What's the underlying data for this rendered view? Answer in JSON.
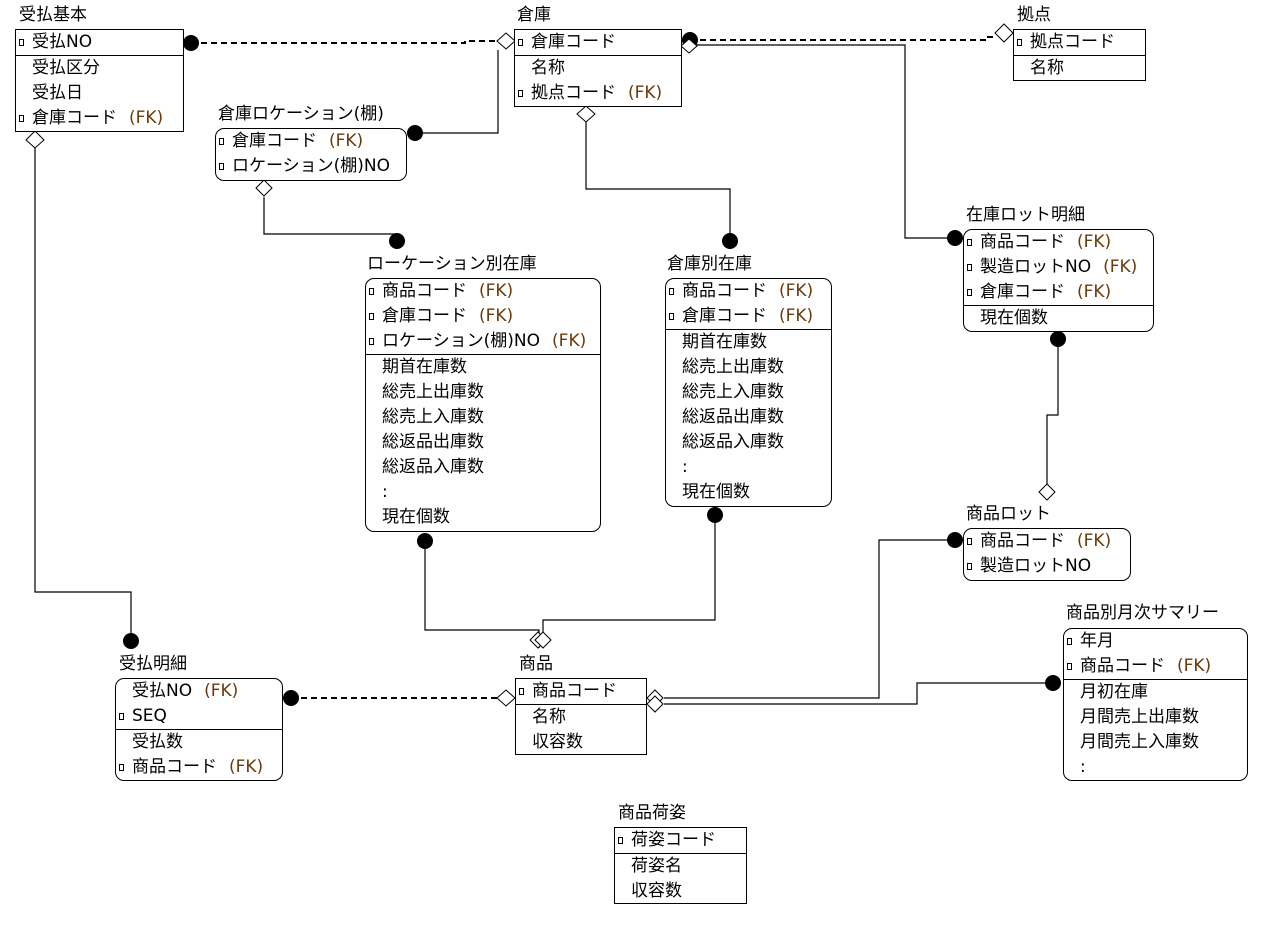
{
  "diagram": {
    "fk_color": "#6b3a0a",
    "fk_label": "(FK)",
    "entities": {
      "ukeharai_kihon": {
        "title": "受払基本",
        "keys": [
          {
            "name": "受払NO",
            "pk": true,
            "fk": false
          }
        ],
        "attrs": [
          {
            "name": "受払区分",
            "pk": false,
            "fk": false
          },
          {
            "name": "受払日",
            "pk": false,
            "fk": false
          },
          {
            "name": "倉庫コード",
            "pk": true,
            "fk": true
          }
        ]
      },
      "souko": {
        "title": "倉庫",
        "keys": [
          {
            "name": "倉庫コード",
            "pk": true,
            "fk": false
          }
        ],
        "attrs": [
          {
            "name": "名称",
            "pk": false,
            "fk": false
          },
          {
            "name": "拠点コード",
            "pk": true,
            "fk": true
          }
        ]
      },
      "kyoten": {
        "title": "拠点",
        "keys": [
          {
            "name": "拠点コード",
            "pk": true,
            "fk": false
          }
        ],
        "attrs": [
          {
            "name": "名称",
            "pk": false,
            "fk": false
          }
        ]
      },
      "souko_location": {
        "title": "倉庫ロケーション(棚)",
        "keys": [
          {
            "name": "倉庫コード",
            "pk": true,
            "fk": true
          },
          {
            "name": "ロケーション(棚)NO",
            "pk": true,
            "fk": false
          }
        ],
        "attrs": []
      },
      "location_betsu_zaiko": {
        "title": "ローケーション別在庫",
        "keys": [
          {
            "name": "商品コード",
            "pk": true,
            "fk": true
          },
          {
            "name": "倉庫コード",
            "pk": true,
            "fk": true
          },
          {
            "name": "ロケーション(棚)NO",
            "pk": true,
            "fk": true
          }
        ],
        "attrs": [
          {
            "name": "期首在庫数",
            "pk": false,
            "fk": false
          },
          {
            "name": "総売上出庫数",
            "pk": false,
            "fk": false
          },
          {
            "name": "総売上入庫数",
            "pk": false,
            "fk": false
          },
          {
            "name": "総返品出庫数",
            "pk": false,
            "fk": false
          },
          {
            "name": "総返品入庫数",
            "pk": false,
            "fk": false
          },
          {
            "name": ":",
            "pk": false,
            "fk": false
          },
          {
            "name": "現在個数",
            "pk": false,
            "fk": false
          }
        ]
      },
      "souko_betsu_zaiko": {
        "title": "倉庫別在庫",
        "keys": [
          {
            "name": "商品コード",
            "pk": true,
            "fk": true
          },
          {
            "name": "倉庫コード",
            "pk": true,
            "fk": true
          }
        ],
        "attrs": [
          {
            "name": "期首在庫数",
            "pk": false,
            "fk": false
          },
          {
            "name": "総売上出庫数",
            "pk": false,
            "fk": false
          },
          {
            "name": "総売上入庫数",
            "pk": false,
            "fk": false
          },
          {
            "name": "総返品出庫数",
            "pk": false,
            "fk": false
          },
          {
            "name": "総返品入庫数",
            "pk": false,
            "fk": false
          },
          {
            "name": ":",
            "pk": false,
            "fk": false
          },
          {
            "name": "現在個数",
            "pk": false,
            "fk": false
          }
        ]
      },
      "zaiko_lot_meisai": {
        "title": "在庫ロット明細",
        "keys": [
          {
            "name": "商品コード",
            "pk": true,
            "fk": true
          },
          {
            "name": "製造ロットNO",
            "pk": true,
            "fk": true
          },
          {
            "name": "倉庫コード",
            "pk": true,
            "fk": true
          }
        ],
        "attrs": [
          {
            "name": "現在個数",
            "pk": false,
            "fk": false
          }
        ]
      },
      "shouhin_lot": {
        "title": "商品ロット",
        "keys": [
          {
            "name": "商品コード",
            "pk": true,
            "fk": true
          },
          {
            "name": "製造ロットNO",
            "pk": true,
            "fk": false
          }
        ],
        "attrs": []
      },
      "shouhin_getsuji_summary": {
        "title": "商品別月次サマリー",
        "keys": [
          {
            "name": "年月",
            "pk": true,
            "fk": false
          },
          {
            "name": "商品コード",
            "pk": true,
            "fk": true
          }
        ],
        "attrs": [
          {
            "name": "月初在庫",
            "pk": false,
            "fk": false
          },
          {
            "name": "月間売上出庫数",
            "pk": false,
            "fk": false
          },
          {
            "name": "月間売上入庫数",
            "pk": false,
            "fk": false
          },
          {
            "name": ":",
            "pk": false,
            "fk": false
          }
        ]
      },
      "ukeharai_meisai": {
        "title": "受払明細",
        "keys": [
          {
            "name": "受払NO",
            "pk": false,
            "fk": true
          },
          {
            "name": "SEQ",
            "pk": true,
            "fk": false
          }
        ],
        "attrs": [
          {
            "name": "受払数",
            "pk": false,
            "fk": false
          },
          {
            "name": "商品コード",
            "pk": true,
            "fk": true
          }
        ]
      },
      "shouhin": {
        "title": "商品",
        "keys": [
          {
            "name": "商品コード",
            "pk": true,
            "fk": false
          }
        ],
        "attrs": [
          {
            "name": "名称",
            "pk": false,
            "fk": false
          },
          {
            "name": "収容数",
            "pk": false,
            "fk": false
          }
        ]
      },
      "shouhin_nisugata": {
        "title": "商品荷姿",
        "keys": [
          {
            "name": "荷姿コード",
            "pk": true,
            "fk": false
          }
        ],
        "attrs": [
          {
            "name": "荷姿名",
            "pk": false,
            "fk": false
          },
          {
            "name": "収容数",
            "pk": false,
            "fk": false
          }
        ]
      }
    },
    "relationships": [
      {
        "id": "ukeharai_kihon-souko",
        "parent": "souko",
        "child": "ukeharai_kihon",
        "identifying": false
      },
      {
        "id": "kyoten-souko",
        "parent": "kyoten",
        "child": "souko",
        "identifying": false
      },
      {
        "id": "souko-souko_location",
        "parent": "souko",
        "child": "souko_location",
        "identifying": true
      },
      {
        "id": "souko_location-location_betsu_zaiko",
        "parent": "souko_location",
        "child": "location_betsu_zaiko",
        "identifying": true
      },
      {
        "id": "souko-souko_betsu_zaiko",
        "parent": "souko",
        "child": "souko_betsu_zaiko",
        "identifying": true
      },
      {
        "id": "souko-zaiko_lot_meisai",
        "parent": "souko",
        "child": "zaiko_lot_meisai",
        "identifying": true
      },
      {
        "id": "shouhin_lot-zaiko_lot_meisai",
        "parent": "shouhin_lot",
        "child": "zaiko_lot_meisai",
        "identifying": true
      },
      {
        "id": "ukeharai_kihon-ukeharai_meisai",
        "parent": "ukeharai_kihon",
        "child": "ukeharai_meisai",
        "identifying": true
      },
      {
        "id": "shouhin-ukeharai_meisai",
        "parent": "shouhin",
        "child": "ukeharai_meisai",
        "identifying": false
      },
      {
        "id": "shouhin-location_betsu_zaiko",
        "parent": "shouhin",
        "child": "location_betsu_zaiko",
        "identifying": true
      },
      {
        "id": "shouhin-souko_betsu_zaiko",
        "parent": "shouhin",
        "child": "souko_betsu_zaiko",
        "identifying": true
      },
      {
        "id": "shouhin-shouhin_lot",
        "parent": "shouhin",
        "child": "shouhin_lot",
        "identifying": true
      },
      {
        "id": "shouhin-shouhin_getsuji_summary",
        "parent": "shouhin",
        "child": "shouhin_getsuji_summary",
        "identifying": true
      }
    ]
  }
}
